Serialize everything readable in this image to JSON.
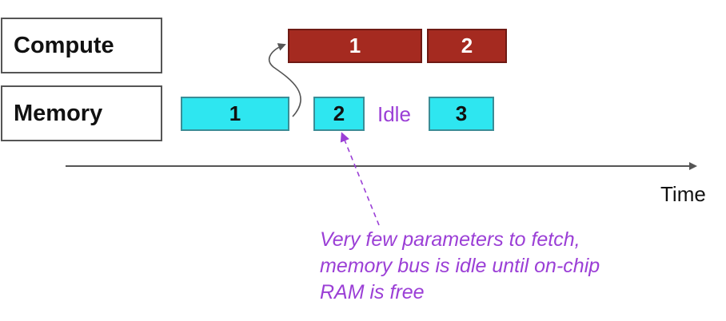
{
  "rows": {
    "compute_label": "Compute",
    "memory_label": "Memory"
  },
  "compute_blocks": [
    "1",
    "2"
  ],
  "memory_blocks": [
    "1",
    "2",
    "3"
  ],
  "idle_label": "Idle",
  "axis_label": "Time",
  "annotation_lines": [
    "Very few parameters to fetch,",
    "memory bus is idle until on-chip",
    "RAM is free"
  ],
  "colors": {
    "compute_fill": "#a52a20",
    "memory_fill": "#2ee6f0",
    "annotation": "#9b3fd6",
    "axis": "#555555"
  }
}
